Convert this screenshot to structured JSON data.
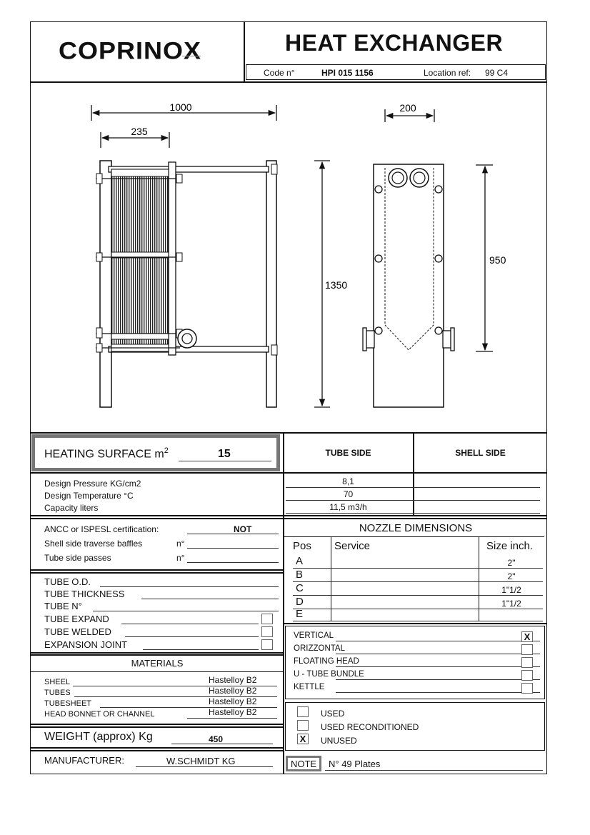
{
  "header": {
    "logo_text": "COPRINOX",
    "title": "HEAT EXCHANGER",
    "code_label": "Code n°",
    "code_value": "HPI 015 1156",
    "location_label": "Location ref:",
    "location_value": "99 C4"
  },
  "drawing": {
    "dim_width": "1000",
    "dim_plate_pack": "235",
    "dim_height": "1350",
    "dim_side_width": "200",
    "dim_port_distance": "950"
  },
  "heating_surface": {
    "label": "HEATING SURFACE m",
    "sup": "2",
    "value": "15"
  },
  "sides": {
    "tube_side": "TUBE SIDE",
    "shell_side": "SHELL SIDE"
  },
  "design": {
    "pressure_label": "Design  Pressure  KG/cm2",
    "temperature_label": "Design  Temperature   °C",
    "capacity_label": "Capacity liters",
    "pressure_tube": "8,1",
    "temperature_tube": "70",
    "capacity_tube": "11,5 m3/h"
  },
  "certification": {
    "ancc_label": "ANCC  or  ISPESL certification:",
    "ancc_value": "NOT",
    "baffles_label": "Shell side traverse baffles",
    "baffles_unit": "n°",
    "passes_label": "Tube side passes",
    "passes_unit": "n°"
  },
  "tube": {
    "od_label": "TUBE  O.D.",
    "thickness_label": "TUBE  THICKNESS",
    "number_label": "TUBE  N°",
    "expand_label": "TUBE  EXPAND",
    "welded_label": "TUBE  WELDED",
    "expansion_label": "EXPANSION  JOINT"
  },
  "materials": {
    "title": "MATERIALS",
    "rows": [
      {
        "label": "SHEEL",
        "value": "Hastelloy B2"
      },
      {
        "label": "TUBES",
        "value": "Hastelloy B2"
      },
      {
        "label": "TUBESHEET",
        "value": "Hastelloy B2"
      },
      {
        "label": "HEAD  BONNET  OR  CHANNEL",
        "value": "Hastelloy B2"
      }
    ]
  },
  "weight": {
    "label": "WEIGHT (approx) Kg",
    "value": "450"
  },
  "manufacturer": {
    "label": "MANUFACTURER:",
    "value": "W.SCHMIDT KG"
  },
  "nozzles": {
    "title": "NOZZLE  DIMENSIONS",
    "col_pos": "Pos",
    "col_service": "Service",
    "col_size": "Size inch.",
    "rows": [
      {
        "pos": "A",
        "service": "",
        "size": "2\""
      },
      {
        "pos": "B",
        "service": "",
        "size": "2\""
      },
      {
        "pos": "C",
        "service": "",
        "size": "1\"1/2"
      },
      {
        "pos": "D",
        "service": "",
        "size": "1\"1/2"
      },
      {
        "pos": "E",
        "service": "",
        "size": ""
      }
    ]
  },
  "orientation": [
    {
      "label": "VERTICAL",
      "mark": "X"
    },
    {
      "label": "ORIZZONTAL",
      "mark": ""
    },
    {
      "label": "FLOATING  HEAD",
      "mark": ""
    },
    {
      "label": "U - TUBE  BUNDLE",
      "mark": ""
    },
    {
      "label": "KETTLE",
      "mark": ""
    }
  ],
  "condition": [
    {
      "label": "USED",
      "mark": ""
    },
    {
      "label": "USED RECONDITIONED",
      "mark": ""
    },
    {
      "label": "UNUSED",
      "mark": "X"
    }
  ],
  "note": {
    "label": "NOTE",
    "value": "N° 49 Plates"
  }
}
